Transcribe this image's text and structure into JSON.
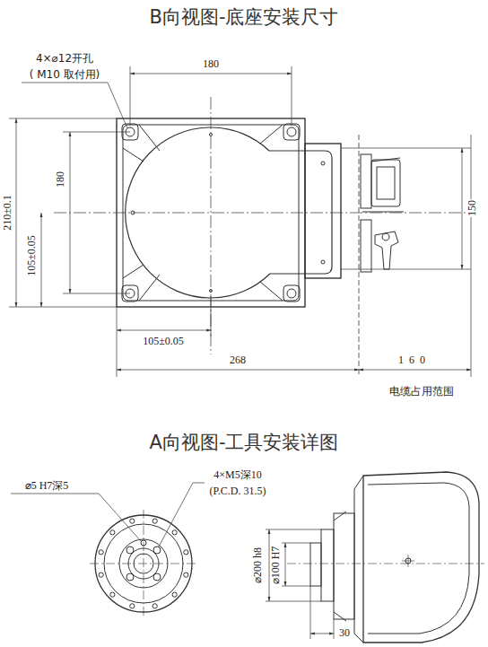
{
  "diagram": {
    "title": "B向视图-底座安装尺寸",
    "labels": [
      "4×⌀12开孔",
      "( M10  取付用)",
      "180",
      "210±0.1",
      "180",
      "105±0.05",
      "105±0.05",
      "268",
      "150",
      "160",
      "电缆占用范围",
      "A向视图-工具安装详图",
      "⌀5 H7深5",
      "4×M5深10",
      "(P.C.D. 31.5)",
      "⌀200 h8",
      "⌀100 H7",
      "30"
    ]
  }
}
